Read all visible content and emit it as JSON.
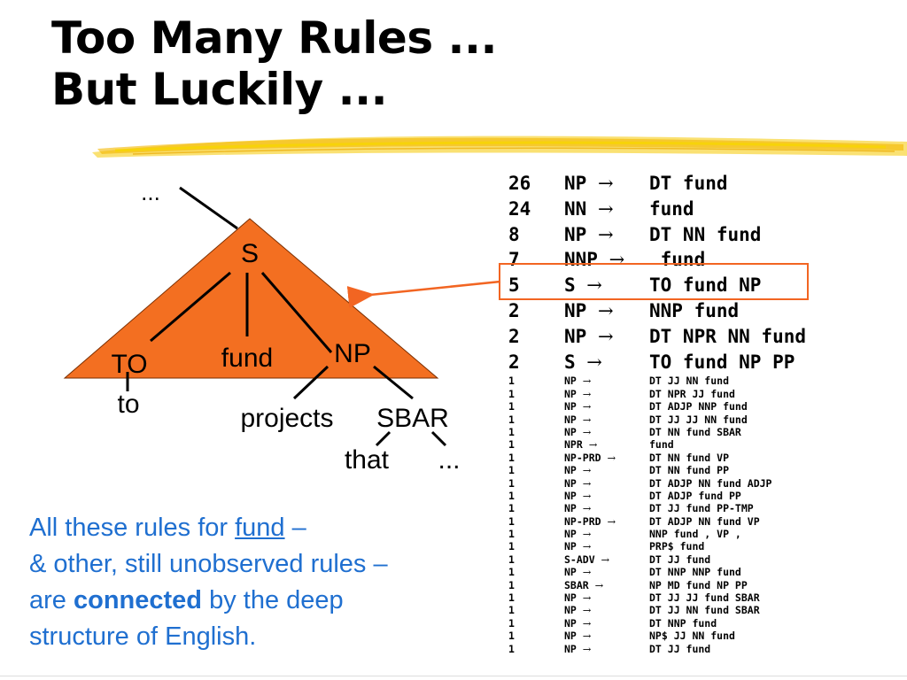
{
  "slide": {
    "title_line1": "Too Many Rules ...",
    "title_line2": "But Luckily ...",
    "colors": {
      "title": "#000000",
      "highlight_underline": "#f5c800",
      "tree_fill": "#f36f21",
      "tree_stroke": "#7a2e00",
      "box_and_arrow": "#f26522",
      "caption": "#1f6fd0"
    }
  },
  "tree": {
    "top_ellipsis": "...",
    "root": "S",
    "child_to": "TO",
    "child_fund": "fund",
    "child_np": "NP",
    "word_to": "to",
    "word_projects": "projects",
    "node_sbar": "SBAR",
    "word_that": "that",
    "bottom_ellipsis": "..."
  },
  "rules": {
    "arrow_symbol": "→",
    "top_rules": [
      {
        "count": "26",
        "lhs": "NP",
        "rhs": "DT fund"
      },
      {
        "count": "24",
        "lhs": "NN",
        "rhs": "fund"
      },
      {
        "count": "8",
        "lhs": "NP",
        "rhs": "DT NN fund"
      },
      {
        "count": "7",
        "lhs": "NNP",
        "rhs": " fund"
      },
      {
        "count": "5",
        "lhs": "S",
        "rhs": "TO fund NP"
      },
      {
        "count": "2",
        "lhs": "NP",
        "rhs": "NNP fund"
      },
      {
        "count": "2",
        "lhs": "NP",
        "rhs": "DT NPR NN fund"
      },
      {
        "count": "2",
        "lhs": "S",
        "rhs": "TO fund NP PP"
      }
    ],
    "highlighted_index": 4,
    "minor_rules": [
      {
        "count": "1",
        "lhs": "NP",
        "rhs": "DT JJ NN fund"
      },
      {
        "count": "1",
        "lhs": "NP",
        "rhs": "DT NPR JJ fund"
      },
      {
        "count": "1",
        "lhs": "NP",
        "rhs": "DT ADJP NNP fund"
      },
      {
        "count": "1",
        "lhs": "NP",
        "rhs": "DT JJ JJ NN fund"
      },
      {
        "count": "1",
        "lhs": "NP",
        "rhs": "DT NN fund SBAR"
      },
      {
        "count": "1",
        "lhs": "NPR",
        "rhs": "fund"
      },
      {
        "count": "1",
        "lhs": "NP-PRD",
        "rhs": "DT NN fund VP"
      },
      {
        "count": "1",
        "lhs": "NP",
        "rhs": "DT NN fund PP"
      },
      {
        "count": "1",
        "lhs": "NP",
        "rhs": "DT ADJP NN fund ADJP"
      },
      {
        "count": "1",
        "lhs": "NP",
        "rhs": "DT ADJP fund PP"
      },
      {
        "count": "1",
        "lhs": "NP",
        "rhs": "DT JJ fund PP-TMP"
      },
      {
        "count": "1",
        "lhs": "NP-PRD",
        "rhs": "DT ADJP NN fund VP"
      },
      {
        "count": "1",
        "lhs": "NP",
        "rhs": "NNP fund , VP ,"
      },
      {
        "count": "1",
        "lhs": "NP",
        "rhs": "PRP$ fund"
      },
      {
        "count": "1",
        "lhs": "S-ADV",
        "rhs": "DT JJ fund"
      },
      {
        "count": "1",
        "lhs": "NP",
        "rhs": "DT NNP NNP fund"
      },
      {
        "count": "1",
        "lhs": "SBAR",
        "rhs": "NP MD fund NP PP"
      },
      {
        "count": "1",
        "lhs": "NP",
        "rhs": "DT JJ JJ fund SBAR"
      },
      {
        "count": "1",
        "lhs": "NP",
        "rhs": "DT JJ NN fund SBAR"
      },
      {
        "count": "1",
        "lhs": "NP",
        "rhs": "DT NNP fund"
      },
      {
        "count": "1",
        "lhs": "NP",
        "rhs": "NP$ JJ NN fund"
      },
      {
        "count": "1",
        "lhs": "NP",
        "rhs": "DT JJ fund"
      }
    ]
  },
  "caption": {
    "l1_pre": "All these rules for ",
    "l1_word": "fund",
    "l1_post": " –",
    "l2": "& other, still unobserved rules –",
    "l3_pre": "are ",
    "l3_bold": "connected",
    "l3_post": " by the deep",
    "l4": "structure of English."
  }
}
